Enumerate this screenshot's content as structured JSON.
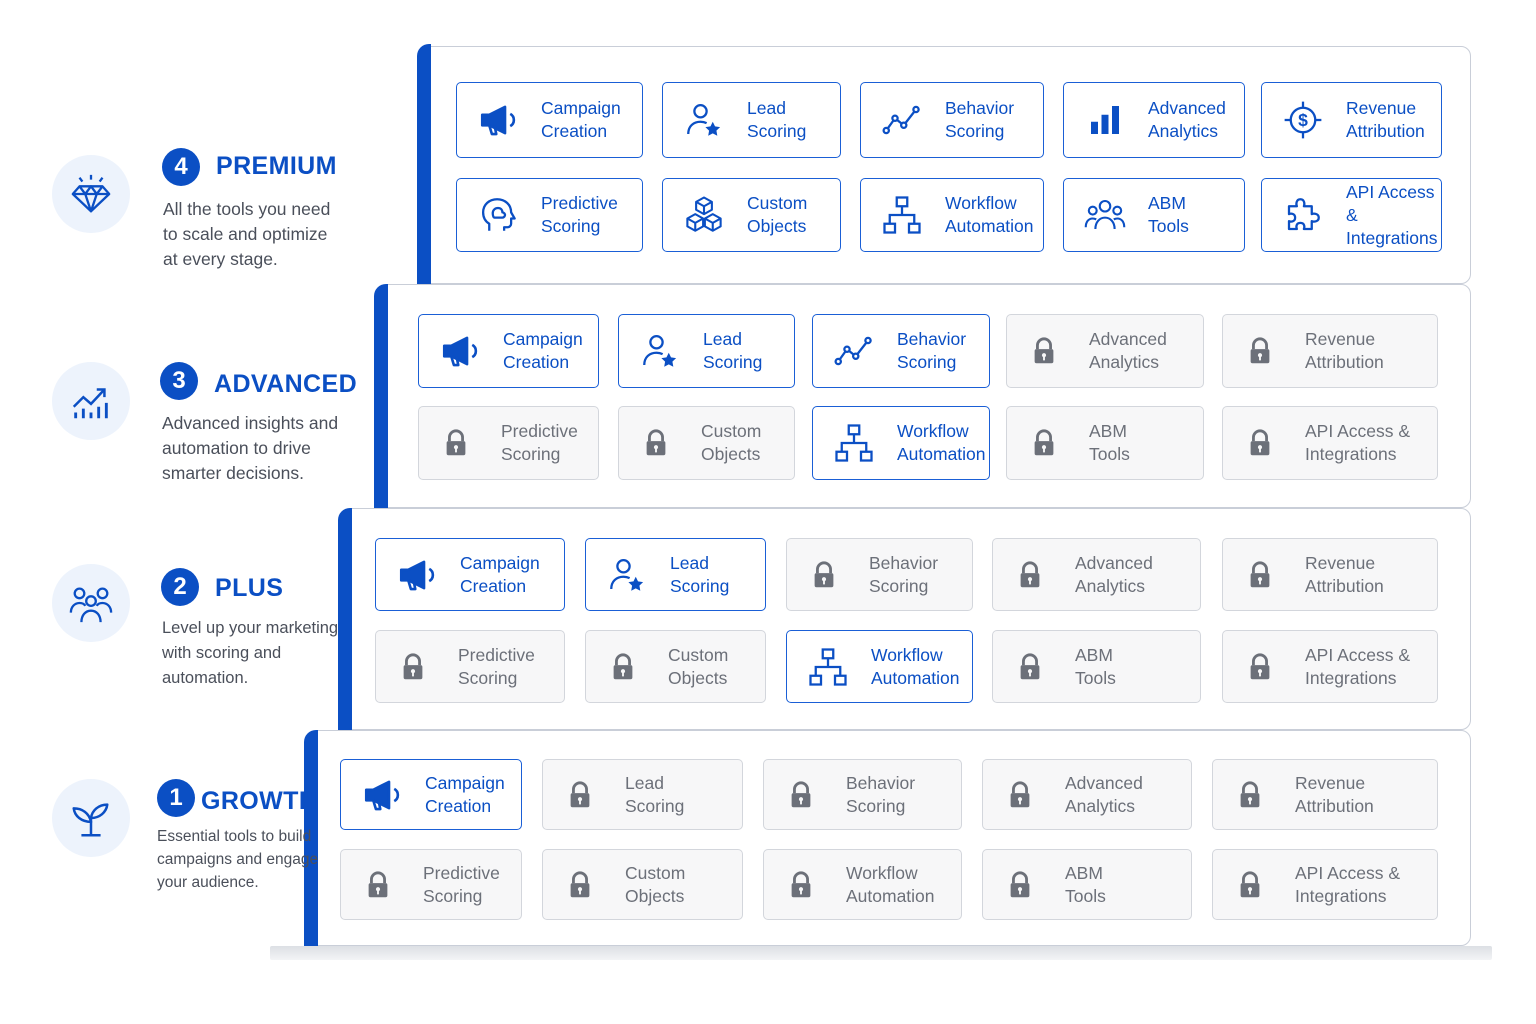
{
  "colors": {
    "accent": "#0b4fc4",
    "locked_text": "#6c7079",
    "locked_bg": "#f7f7f8"
  },
  "tiers": [
    {
      "key": "premium",
      "number": "4",
      "name": "PREMIUM",
      "icon": "diamond-icon",
      "description": "All the tools you need\nto scale and optimize\nat every stage.",
      "features": [
        {
          "label": "Campaign\nCreation",
          "icon": "megaphone-icon",
          "locked": false
        },
        {
          "label": "Lead\nScoring",
          "icon": "user-star-icon",
          "locked": false
        },
        {
          "label": "Behavior\nScoring",
          "icon": "line-chart-icon",
          "locked": false
        },
        {
          "label": "Advanced\nAnalytics",
          "icon": "bar-chart-icon",
          "locked": false
        },
        {
          "label": "Revenue\nAttribution",
          "icon": "dollar-target-icon",
          "locked": false
        },
        {
          "label": "Predictive\nScoring",
          "icon": "brain-head-icon",
          "locked": false
        },
        {
          "label": "Custom\nObjects",
          "icon": "cubes-icon",
          "locked": false
        },
        {
          "label": "Workflow\nAutomation",
          "icon": "workflow-icon",
          "locked": false
        },
        {
          "label": "ABM\nTools",
          "icon": "group-icon",
          "locked": false
        },
        {
          "label": "API Access &\nIntegrations",
          "icon": "puzzle-icon",
          "locked": false
        }
      ]
    },
    {
      "key": "advanced",
      "number": "3",
      "name": "ADVANCED",
      "icon": "growth-chart-icon",
      "description": "Advanced insights and\nautomation to drive\nsmarter decisions.",
      "features": [
        {
          "label": "Campaign\nCreation",
          "icon": "megaphone-icon",
          "locked": false
        },
        {
          "label": "Lead\nScoring",
          "icon": "user-star-icon",
          "locked": false
        },
        {
          "label": "Behavior\nScoring",
          "icon": "line-chart-icon",
          "locked": false
        },
        {
          "label": "Advanced\nAnalytics",
          "icon": "lock-icon",
          "locked": true
        },
        {
          "label": "Revenue\nAttribution",
          "icon": "lock-icon",
          "locked": true
        },
        {
          "label": "Predictive\nScoring",
          "icon": "lock-icon",
          "locked": true
        },
        {
          "label": "Custom\nObjects",
          "icon": "lock-icon",
          "locked": true
        },
        {
          "label": "Workflow\nAutomation",
          "icon": "workflow-icon",
          "locked": false
        },
        {
          "label": "ABM\nTools",
          "icon": "lock-icon",
          "locked": true
        },
        {
          "label": "API Access &\nIntegrations",
          "icon": "lock-icon",
          "locked": true
        }
      ]
    },
    {
      "key": "plus",
      "number": "2",
      "name": "PLUS",
      "icon": "people-icon",
      "description": "Level up your marketing\nwith scoring and\nautomation.",
      "features": [
        {
          "label": "Campaign\nCreation",
          "icon": "megaphone-icon",
          "locked": false
        },
        {
          "label": "Lead\nScoring",
          "icon": "user-star-icon",
          "locked": false
        },
        {
          "label": "Behavior\nScoring",
          "icon": "lock-icon",
          "locked": true
        },
        {
          "label": "Advanced\nAnalytics",
          "icon": "lock-icon",
          "locked": true
        },
        {
          "label": "Revenue\nAttribution",
          "icon": "lock-icon",
          "locked": true
        },
        {
          "label": "Predictive\nScoring",
          "icon": "lock-icon",
          "locked": true
        },
        {
          "label": "Custom\nObjects",
          "icon": "lock-icon",
          "locked": true
        },
        {
          "label": "Workflow\nAutomation",
          "icon": "workflow-icon",
          "locked": false
        },
        {
          "label": "ABM\nTools",
          "icon": "lock-icon",
          "locked": true
        },
        {
          "label": "API Access &\nIntegrations",
          "icon": "lock-icon",
          "locked": true
        }
      ]
    },
    {
      "key": "growth",
      "number": "1",
      "name": "GROWTH",
      "icon": "sprout-icon",
      "description": "Essential tools to build\ncampaigns and engage\nyour audience.",
      "features": [
        {
          "label": "Campaign\nCreation",
          "icon": "megaphone-icon",
          "locked": false
        },
        {
          "label": "Lead\nScoring",
          "icon": "lock-icon",
          "locked": true
        },
        {
          "label": "Behavior\nScoring",
          "icon": "lock-icon",
          "locked": true
        },
        {
          "label": "Advanced\nAnalytics",
          "icon": "lock-icon",
          "locked": true
        },
        {
          "label": "Revenue\nAttribution",
          "icon": "lock-icon",
          "locked": true
        },
        {
          "label": "Predictive\nScoring",
          "icon": "lock-icon",
          "locked": true
        },
        {
          "label": "Custom\nObjects",
          "icon": "lock-icon",
          "locked": true
        },
        {
          "label": "Workflow\nAutomation",
          "icon": "lock-icon",
          "locked": true
        },
        {
          "label": "ABM\nTools",
          "icon": "lock-icon",
          "locked": true
        },
        {
          "label": "API Access &\nIntegrations",
          "icon": "lock-icon",
          "locked": true
        }
      ]
    }
  ]
}
